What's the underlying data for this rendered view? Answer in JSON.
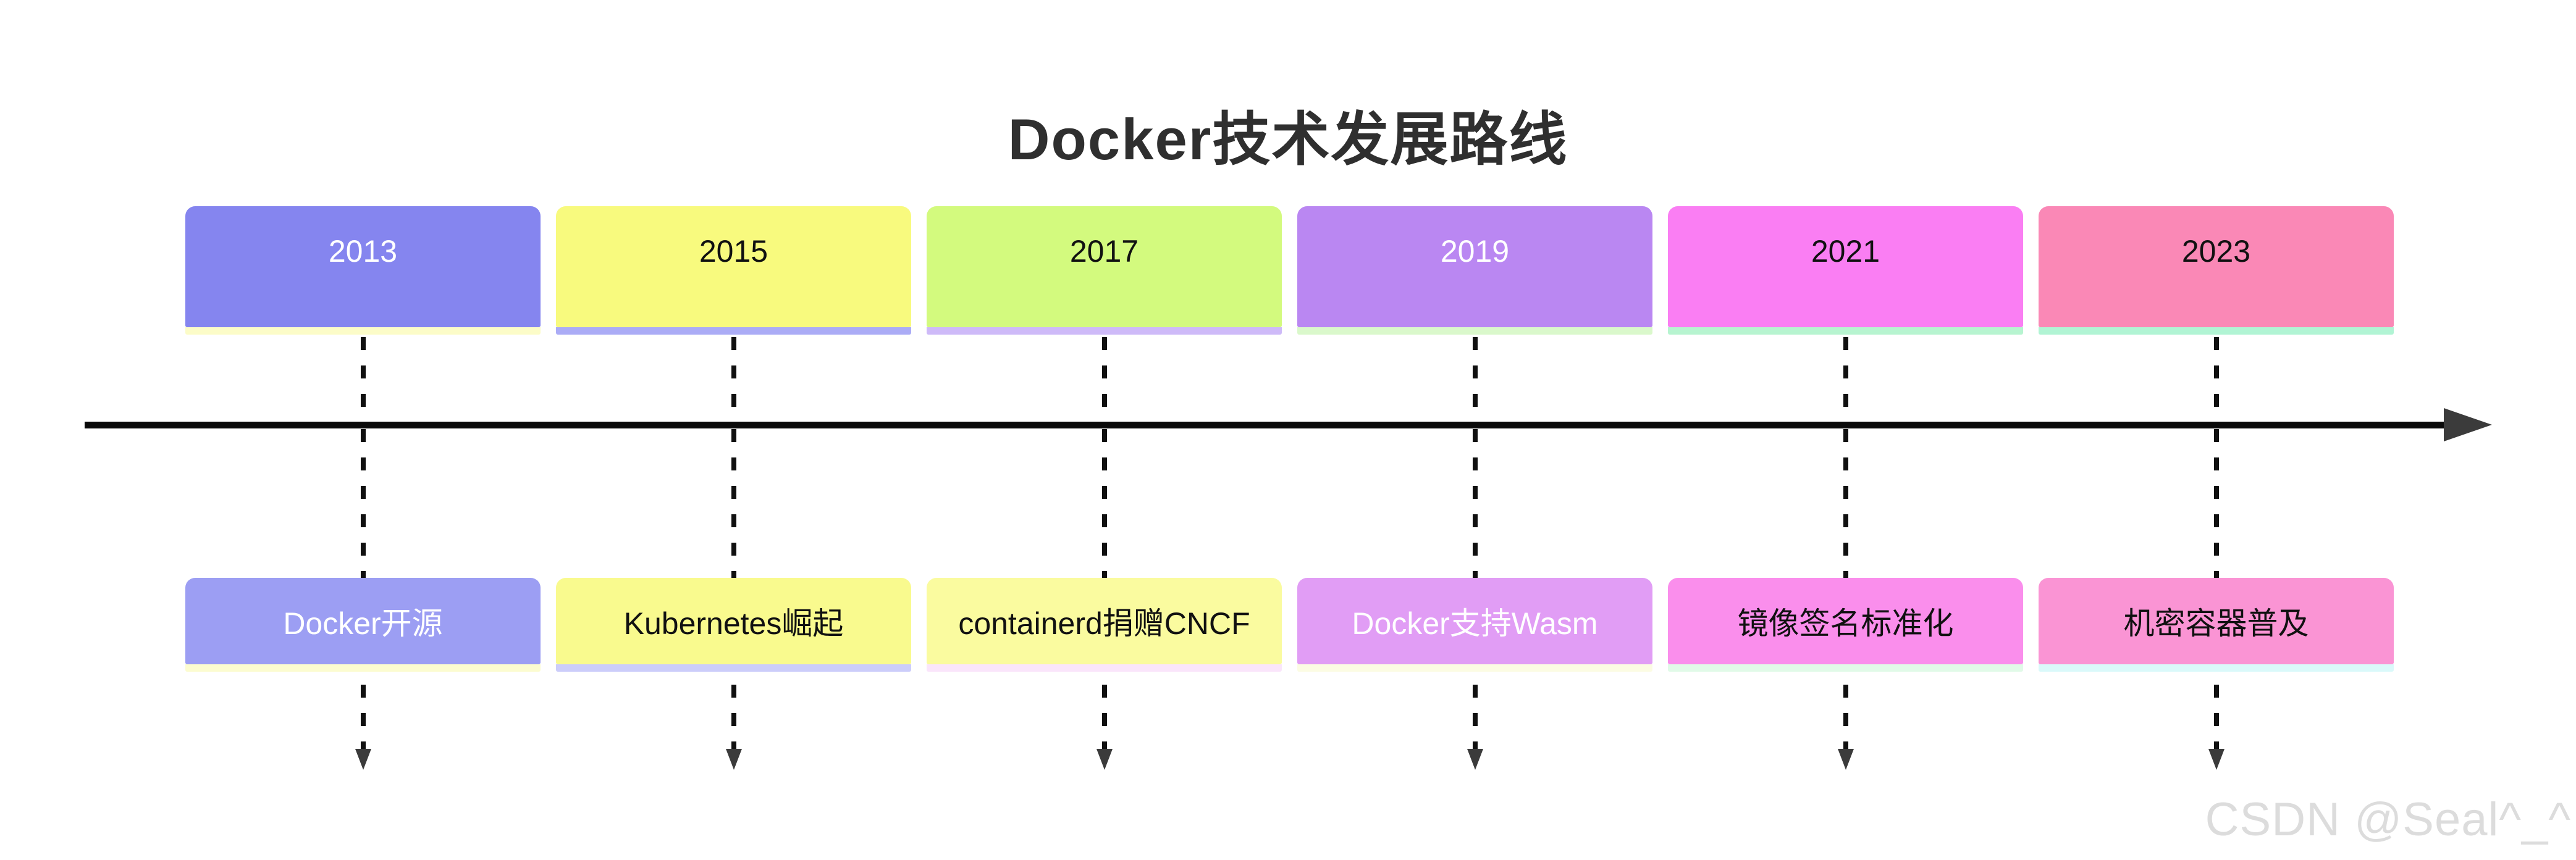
{
  "title": "Docker技术发展路线",
  "title_color": "#2f2f2f",
  "background": "#ffffff",
  "watermark": "CSDN @Seal^_^",
  "watermark_color": "#dcdcdc",
  "axis": {
    "line_color": "#0a0a0a",
    "arrowhead_color": "#3b3b3b",
    "dash_color": "#101010"
  },
  "timeline": {
    "items": [
      {
        "year": "2013",
        "event": "Docker开源",
        "year_box": {
          "fill": "#8585EF",
          "text": "#ffffff",
          "shadow": "#FCFCC8"
        },
        "event_box": {
          "fill": "#9C9EF3",
          "text": "#ffffff",
          "shadow": "#FCFCD0"
        }
      },
      {
        "year": "2015",
        "event": "Kubernetes崛起",
        "year_box": {
          "fill": "#F8FA7E",
          "text": "#111111",
          "shadow": "#ABACF6"
        },
        "event_box": {
          "fill": "#F9FA8E",
          "text": "#111111",
          "shadow": "#CCCDFA"
        }
      },
      {
        "year": "2017",
        "event": "containerd捐赠CNCF",
        "year_box": {
          "fill": "#D3FA7E",
          "text": "#111111",
          "shadow": "#CEBAF8"
        },
        "event_box": {
          "fill": "#FAFB9F",
          "text": "#111111",
          "shadow": "#FAE5FB"
        }
      },
      {
        "year": "2019",
        "event": "Docker支持Wasm",
        "year_box": {
          "fill": "#BA87F2",
          "text": "#ffffff",
          "shadow": "#DAF8CB"
        },
        "event_box": {
          "fill": "#E19DF5",
          "text": "#ffffff",
          "shadow": "#FCFCE3"
        }
      },
      {
        "year": "2021",
        "event": "镜像签名标准化",
        "year_box": {
          "fill": "#FA7EF3",
          "text": "#111111",
          "shadow": "#B7F4D0"
        },
        "event_box": {
          "fill": "#FA8EEC",
          "text": "#111111",
          "shadow": "#E1FAE8"
        }
      },
      {
        "year": "2023",
        "event": "机密容器普及",
        "year_box": {
          "fill": "#FA88B6",
          "text": "#111111",
          "shadow": "#B1F4D4"
        },
        "event_box": {
          "fill": "#FA94D4",
          "text": "#111111",
          "shadow": "#DAF9FA"
        }
      }
    ]
  }
}
